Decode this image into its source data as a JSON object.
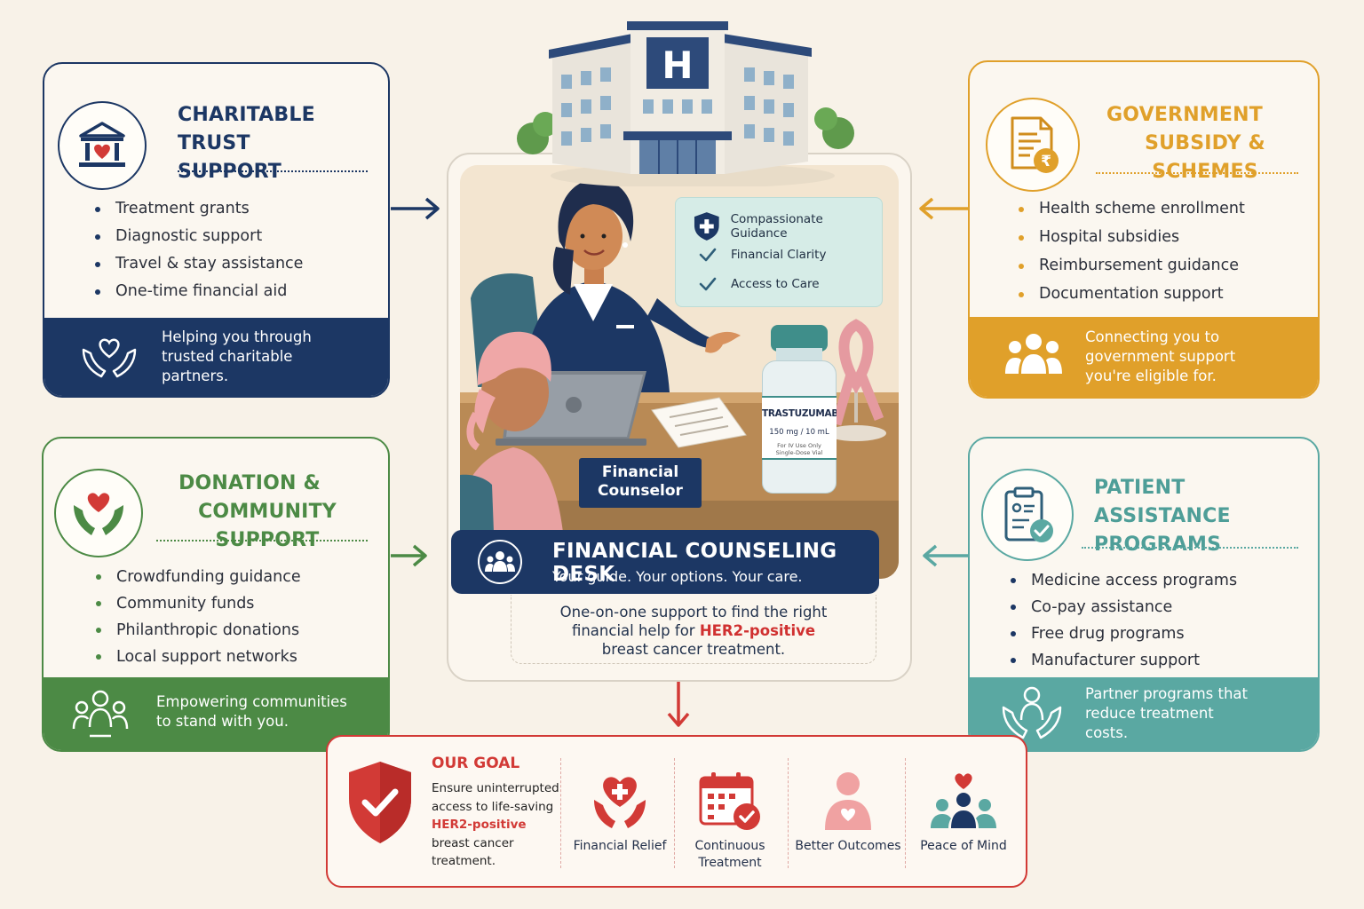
{
  "colors": {
    "navy": "#1c3764",
    "amber": "#e0a02a",
    "green": "#4c8a45",
    "teal": "#5aa8a2",
    "red": "#d23a36"
  },
  "cards": {
    "charitable": {
      "title_line1": "CHARITABLE TRUST",
      "title_line2": "SUPPORT",
      "icon": "bank-heart-icon",
      "items": [
        "Treatment grants",
        "Diagnostic support",
        "Travel & stay assistance",
        "One-time financial aid"
      ],
      "band_line1": "Helping you through",
      "band_line2": "trusted charitable",
      "band_line3": "partners.",
      "band_icon": "hands-heart-icon"
    },
    "government": {
      "title_line1": "GOVERNMENT",
      "title_line2": "SUBSIDY & SCHEMES",
      "icon": "document-rupee-icon",
      "items": [
        "Health scheme enrollment",
        "Hospital subsidies",
        "Reimbursement guidance",
        "Documentation support"
      ],
      "band_line1": "Connecting you to",
      "band_line2": "government support",
      "band_line3": "you're eligible for.",
      "band_icon": "people-group-icon"
    },
    "donation": {
      "title_line1": "DONATION &",
      "title_line2": "COMMUNITY SUPPORT",
      "icon": "heart-hands-icon",
      "items": [
        "Crowdfunding guidance",
        "Community funds",
        "Philanthropic donations",
        "Local support networks"
      ],
      "band_line1": "Empowering communities",
      "band_line2": "to stand with you.",
      "band_icon": "community-icon"
    },
    "patient": {
      "title_line1": "PATIENT ASSISTANCE",
      "title_line2": "PROGRAMS",
      "icon": "clipboard-check-icon",
      "items": [
        "Medicine access programs",
        "Co-pay assistance",
        "Free drug programs",
        "Manufacturer support"
      ],
      "band_line1": "Partner programs that",
      "band_line2": "reduce treatment",
      "band_line3": "costs.",
      "band_icon": "hands-person-icon"
    }
  },
  "center": {
    "hospital_sign": "H",
    "guidance": [
      "Compassionate Guidance",
      "Financial Clarity",
      "Access to Care"
    ],
    "nameplate_line1": "Financial",
    "nameplate_line2": "Counselor",
    "vial_name": "TRASTUZUMAB",
    "vial_dose": "150 mg / 10 mL",
    "vial_note1": "For IV Use Only",
    "vial_note2": "Single-Dose Vial",
    "desk_title": "FINANCIAL COUNSELING DESK",
    "desk_subtitle": "Your guide. Your options. Your care.",
    "note_line1": "One-on-one support to find the right",
    "note_line2a": "financial help for ",
    "note_highlight": "HER2-positive",
    "note_line3": "breast cancer treatment."
  },
  "goal": {
    "title": "OUR GOAL",
    "text_line1": "Ensure uninterrupted",
    "text_line2": "access to life-saving",
    "text_highlight": "HER2-positive",
    "text_line4": "breast cancer",
    "text_line5": "treatment.",
    "items": [
      {
        "label1": "Financial Relief",
        "label2": "",
        "icon": "heart-plus-hands-icon"
      },
      {
        "label1": "Continuous",
        "label2": "Treatment",
        "icon": "calendar-check-icon"
      },
      {
        "label1": "Better Outcomes",
        "label2": "",
        "icon": "person-heart-icon"
      },
      {
        "label1": "Peace of Mind",
        "label2": "",
        "icon": "family-heart-icon"
      }
    ]
  }
}
